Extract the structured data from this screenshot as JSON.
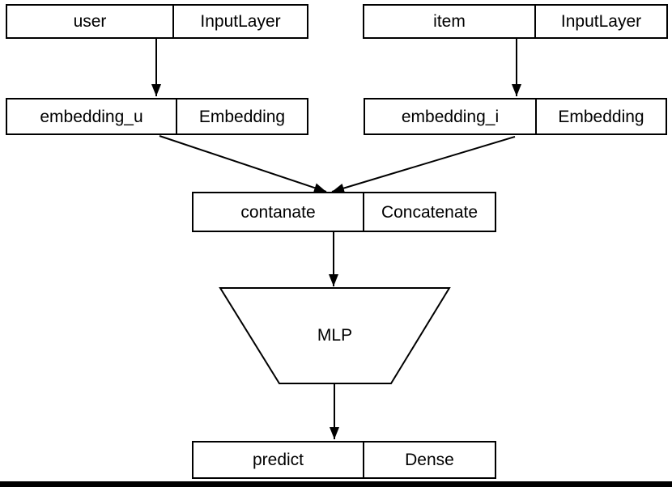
{
  "diagram": {
    "background_color": "#ffffff",
    "line_color": "#000000",
    "bottom_bar_color": "#000000",
    "nodes": [
      {
        "id": "user",
        "name": "user",
        "type": "InputLayer",
        "shape": "record"
      },
      {
        "id": "item",
        "name": "item",
        "type": "InputLayer",
        "shape": "record"
      },
      {
        "id": "embedding_u",
        "name": "embedding_u",
        "type": "Embedding",
        "shape": "record"
      },
      {
        "id": "embedding_i",
        "name": "embedding_i",
        "type": "Embedding",
        "shape": "record"
      },
      {
        "id": "contanate",
        "name": "contanate",
        "type": "Concatenate",
        "shape": "record"
      },
      {
        "id": "mlp",
        "name": "MLP",
        "shape": "trapezium"
      },
      {
        "id": "predict",
        "name": "predict",
        "type": "Dense",
        "shape": "record"
      }
    ],
    "edges": [
      {
        "from": "user",
        "to": "embedding_u"
      },
      {
        "from": "item",
        "to": "embedding_i"
      },
      {
        "from": "embedding_u",
        "to": "contanate"
      },
      {
        "from": "embedding_i",
        "to": "contanate"
      },
      {
        "from": "contanate",
        "to": "mlp"
      },
      {
        "from": "mlp",
        "to": "predict"
      }
    ]
  }
}
